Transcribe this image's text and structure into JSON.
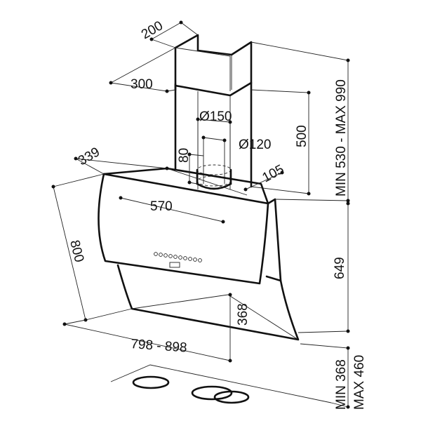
{
  "drawing": {
    "colors": {
      "line": "#111111",
      "background": "#ffffff"
    },
    "dimensions": {
      "chimney_depth": "200",
      "chimney_width": "300",
      "hood_depth": "339",
      "outlet_diameter_large": "Ø150",
      "outlet_diameter_small": "Ø120",
      "outlet_height": "80",
      "chimney_cutout": "105",
      "chimney_height": "500",
      "total_height_range": "MIN 530 - MAX 990",
      "panel_width": "570",
      "hood_height": "800",
      "wall_height": "649",
      "bottom_height": "368",
      "width_range": "798 - 898",
      "clearance_min": "MIN 368",
      "clearance_max": "MAX 460"
    }
  }
}
